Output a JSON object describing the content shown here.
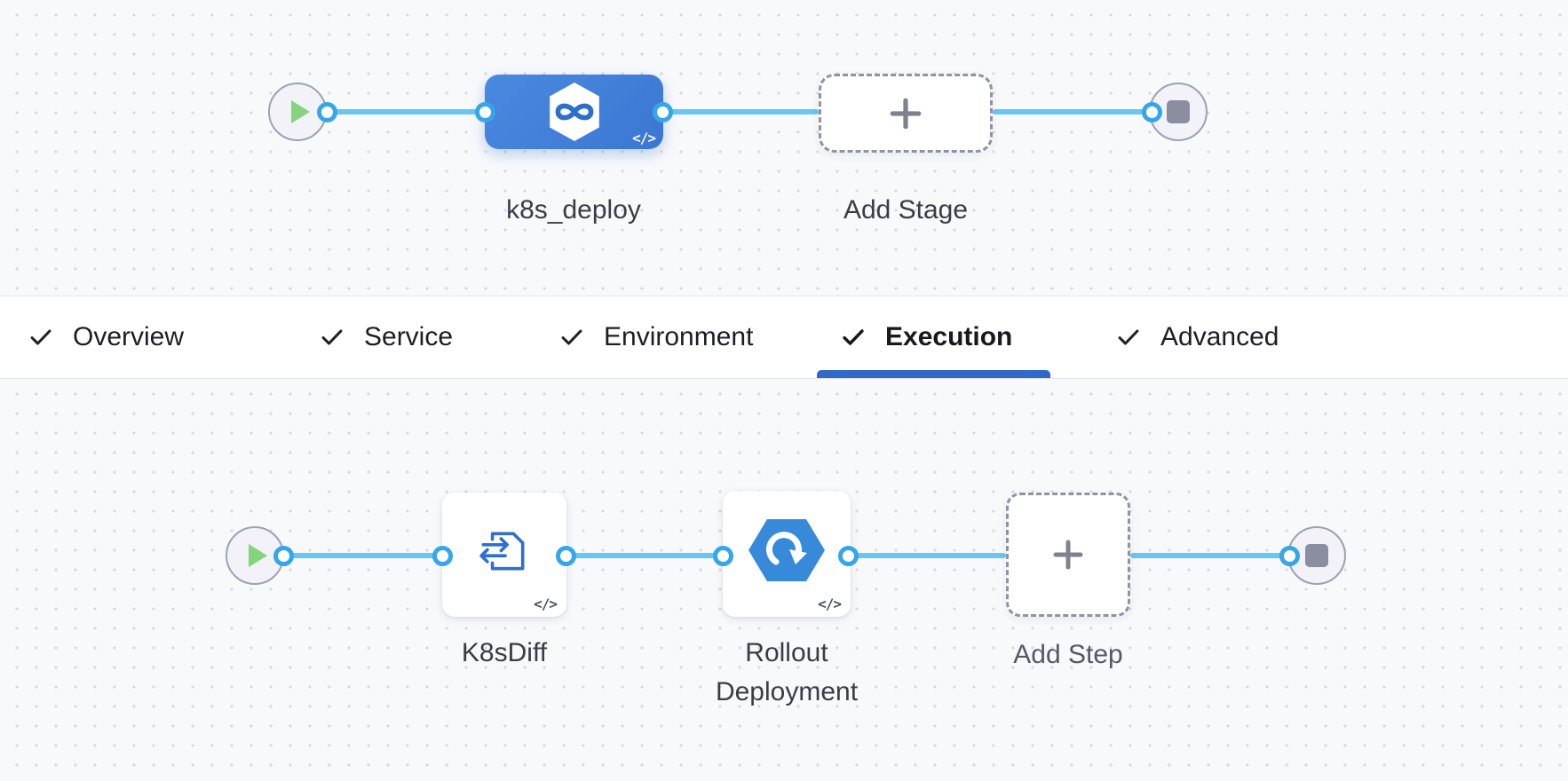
{
  "stage_flow": {
    "stage_name": "k8s_deploy",
    "add_stage_label": "Add Stage",
    "code_badge": "</>"
  },
  "tabs": [
    {
      "label": "Overview",
      "checked": true,
      "active": false
    },
    {
      "label": "Service",
      "checked": true,
      "active": false
    },
    {
      "label": "Environment",
      "checked": true,
      "active": false
    },
    {
      "label": "Execution",
      "checked": true,
      "active": true
    },
    {
      "label": "Advanced",
      "checked": true,
      "active": false
    }
  ],
  "step_flow": {
    "steps": [
      {
        "name": "K8sDiff"
      },
      {
        "name": "Rollout Deployment"
      }
    ],
    "add_step_label": "Add Step",
    "code_badge": "</>"
  },
  "colors": {
    "flow_line": "#68c6f2",
    "connector_ring": "#35a7e8",
    "stage_blue": "#3e7ed8",
    "active_tab_underline": "#3068c8",
    "play_green": "#84d47e",
    "stop_gray": "#8b8da0",
    "icon_blue": "#2e6fd0"
  }
}
